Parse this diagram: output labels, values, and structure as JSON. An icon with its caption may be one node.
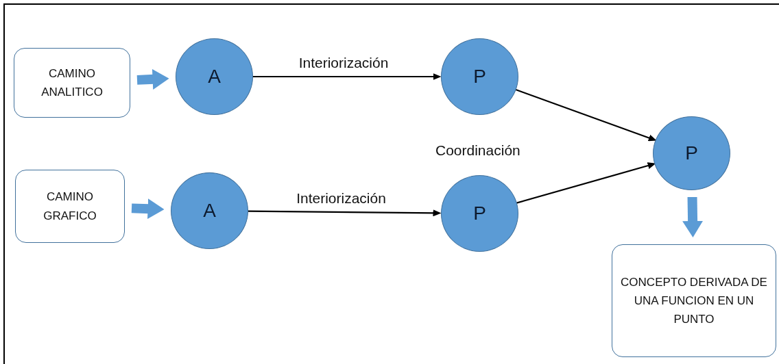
{
  "diagram": {
    "nodes": [
      {
        "text": [
          "CAMINO ANALITICO"
        ]
      },
      {
        "text": [
          "A"
        ]
      },
      {
        "text": [
          "P"
        ]
      },
      {
        "text": [
          "CAMINO GRAFICO"
        ]
      },
      {
        "text": [
          "A"
        ]
      },
      {
        "text": [
          "P"
        ]
      },
      {
        "text": [
          "P"
        ]
      },
      {
        "text": [
          "CONCEPTO DERIVADA DE UNA FUNCION EN UN PUNTO"
        ]
      }
    ],
    "edges": [
      {
        "from": 0,
        "to": 1,
        "arrow": "to",
        "style": "thick",
        "color": "#5b9bd5"
      },
      {
        "from": 1,
        "to": 2,
        "arrow": "to",
        "label": "Interiorización"
      },
      {
        "from": 3,
        "to": 4,
        "arrow": "to",
        "style": "thick",
        "color": "#5b9bd5"
      },
      {
        "from": 4,
        "to": 5,
        "arrow": "to",
        "label": "Interiorización"
      },
      {
        "from": 2,
        "to": 6,
        "arrow": "to"
      },
      {
        "from": 5,
        "to": 6,
        "arrow": "to"
      },
      {
        "from": 6,
        "to": 7,
        "arrow": "to",
        "style": "thick",
        "color": "#5b9bd5"
      }
    ],
    "labels": [
      "Coordinación"
    ]
  }
}
